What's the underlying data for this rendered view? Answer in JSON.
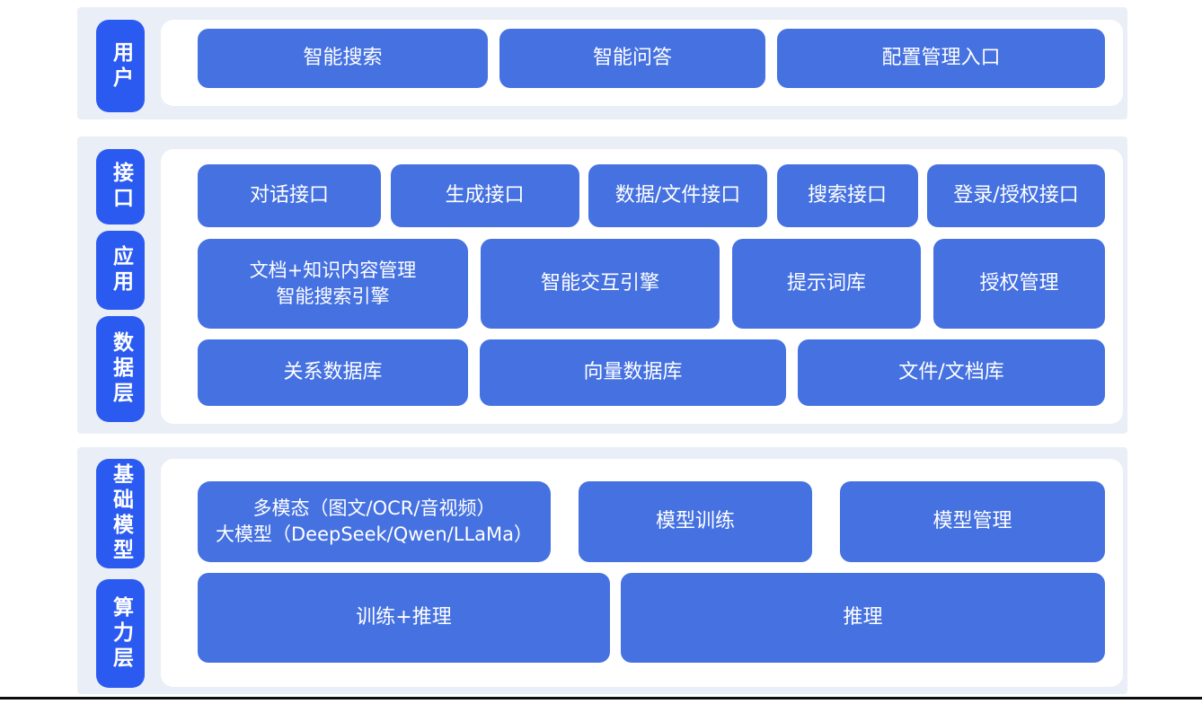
{
  "colors": {
    "label_blue": "#2b5af0",
    "box_blue": "#4571e1",
    "band_bg": "#eaeef6",
    "panel_bg": "#ffffff"
  },
  "side_labels": [
    "用户",
    "接口",
    "应用",
    "数据层",
    "基础模型",
    "算力层"
  ],
  "boxes": {
    "user_row": [
      "智能搜索",
      "智能问答",
      "配置管理入口"
    ],
    "interface_row": [
      "对话接口",
      "生成接口",
      "数据/文件接口",
      "搜索接口",
      "登录/授权接口"
    ],
    "app_row": [
      "文档+知识内容管理\n智能搜索引擎",
      "智能交互引擎",
      "提示词库",
      "授权管理"
    ],
    "data_row": [
      "关系数据库",
      "向量数据库",
      "文件/文档库"
    ],
    "model_row": [
      "多模态（图文/OCR/音视频）\n大模型（DeepSeek/Qwen/LLaMa）",
      "模型训练",
      "模型管理"
    ],
    "compute_row": [
      "训练+推理",
      "推理"
    ]
  }
}
